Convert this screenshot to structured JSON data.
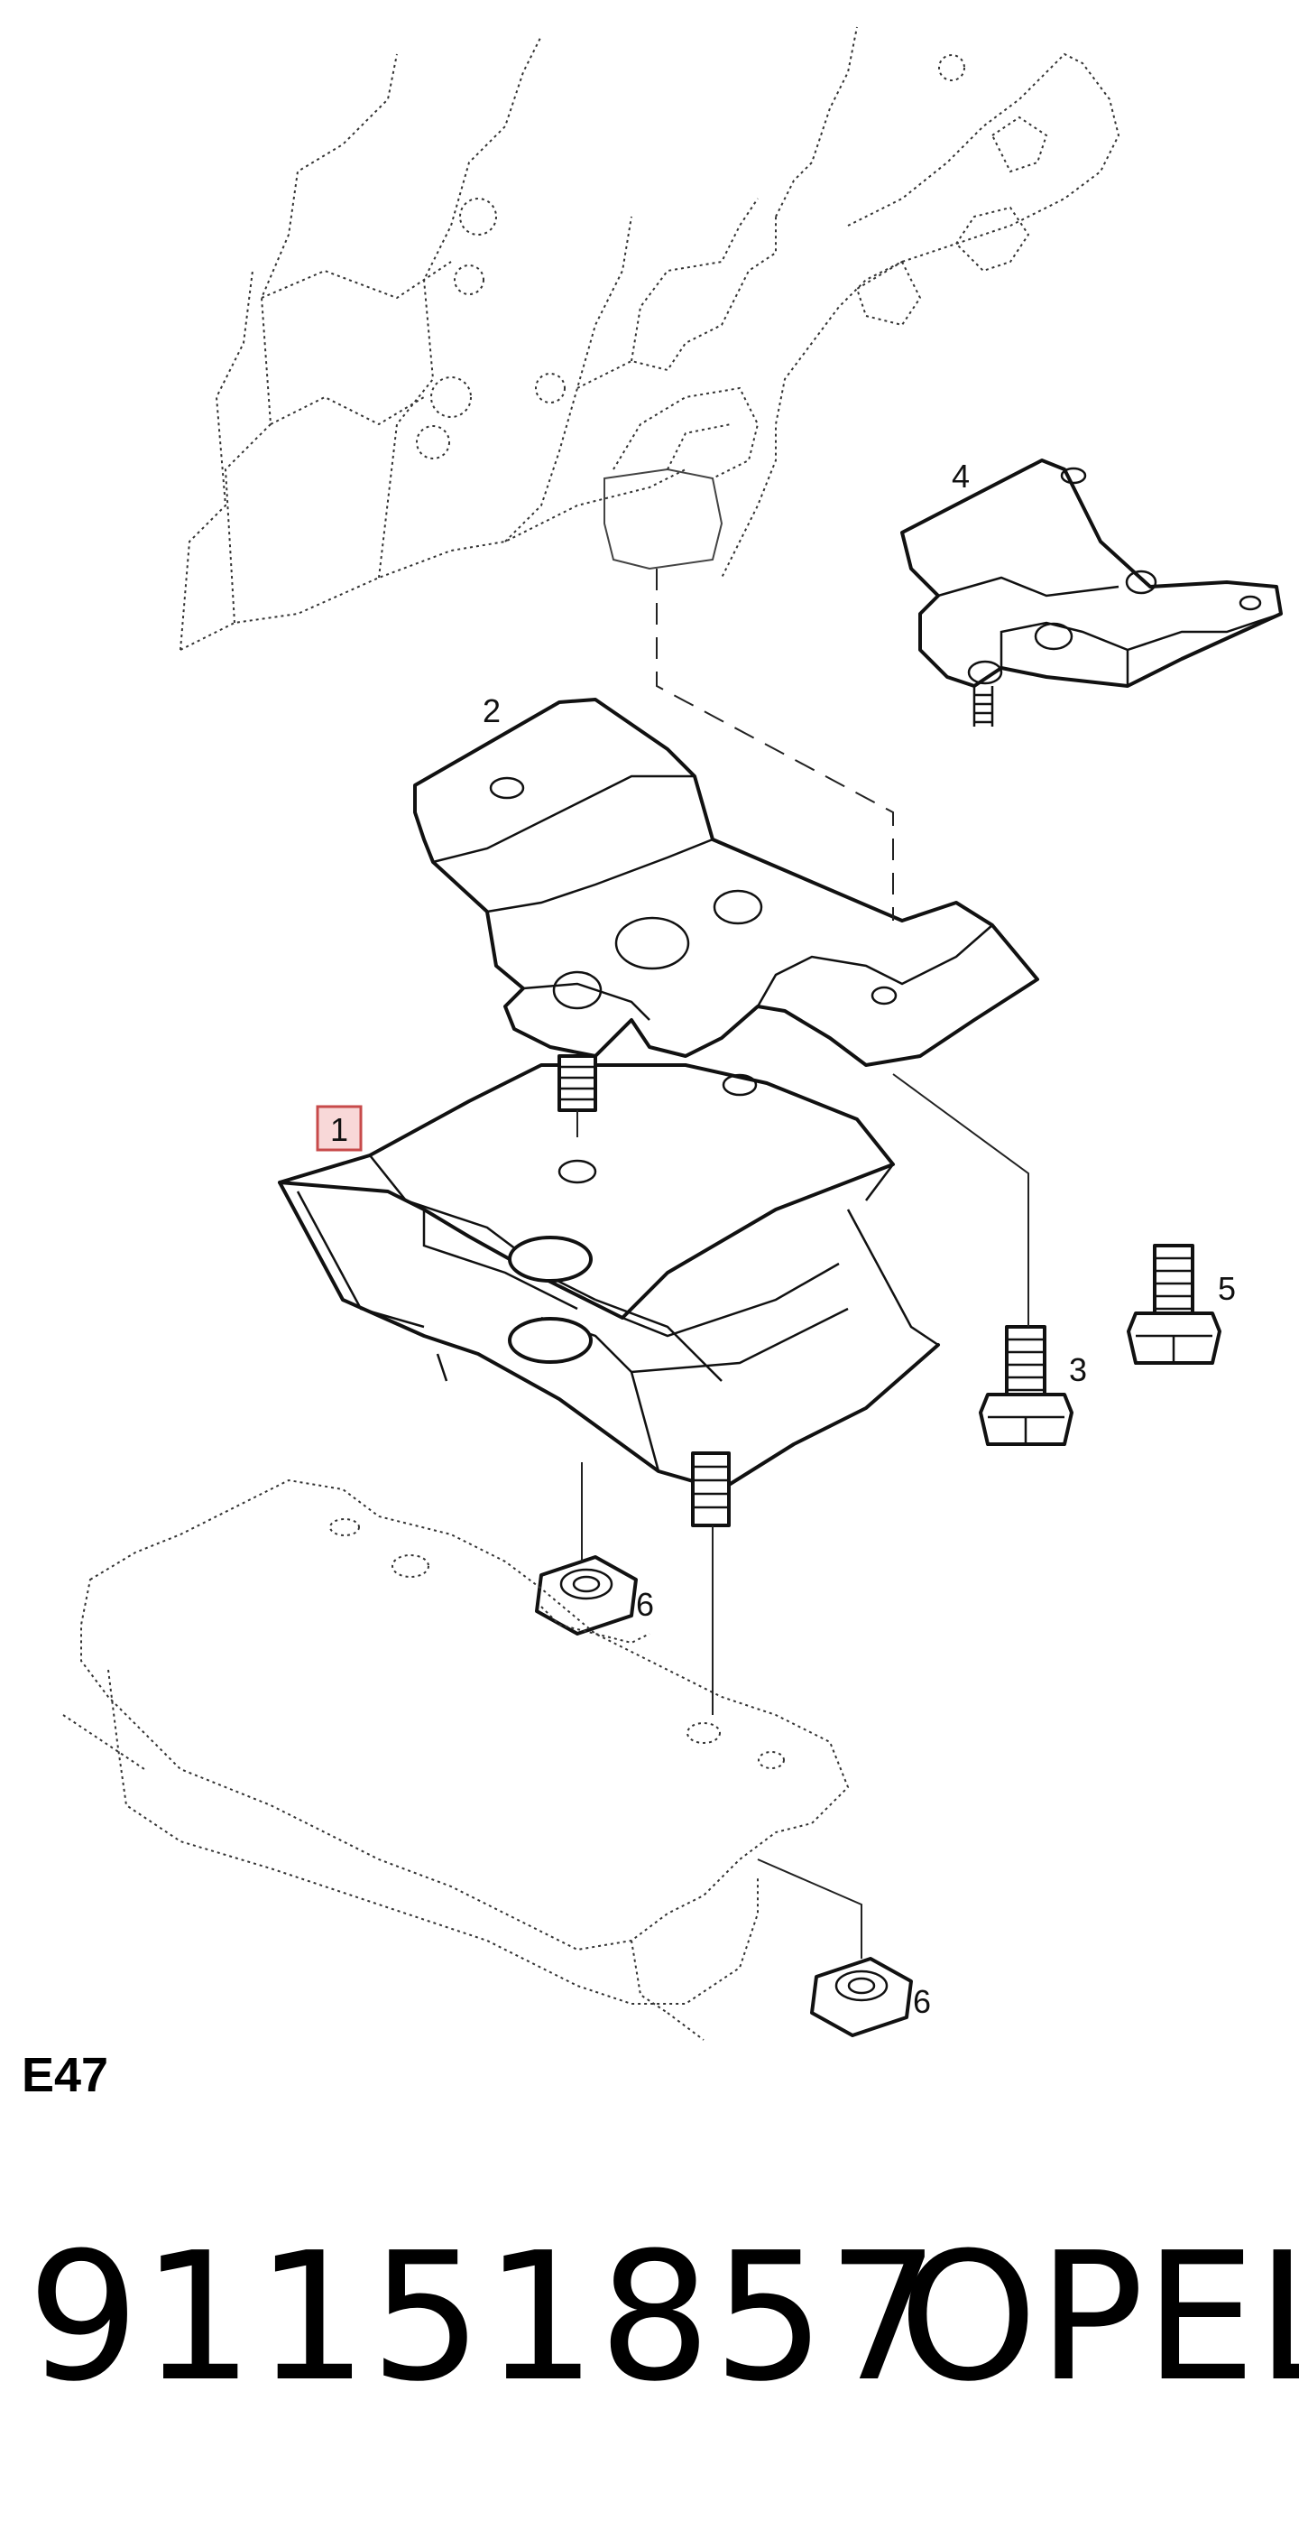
{
  "callouts": {
    "c1": "1",
    "c2": "2",
    "c3": "3",
    "c4": "4",
    "c5": "5",
    "c6a": "6",
    "c6b": "6"
  },
  "section_code": "E47",
  "part_number": "91151857",
  "brand": "OPEL",
  "colors": {
    "highlight_fill": "#f8d8d8",
    "highlight_stroke": "#c74a4a"
  }
}
